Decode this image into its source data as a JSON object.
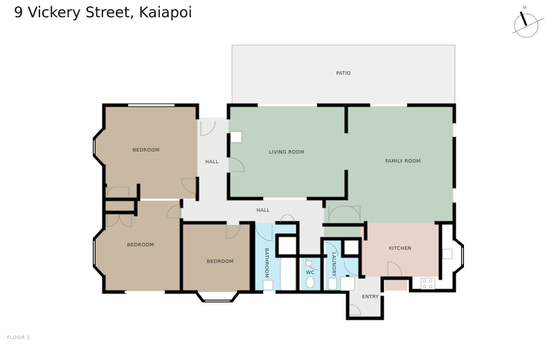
{
  "header": {
    "title": "9 Vickery Street, Kaiapoi"
  },
  "compass": {
    "label": "N",
    "icon": "north-compass-icon"
  },
  "footer": {
    "floor_label": "FLOOR 1"
  },
  "colors": {
    "wall": "#000000",
    "bedroom": "#c9b9a2",
    "living": "#c2d2c3",
    "hall": "#ebebea",
    "wet": "#c8ecf6",
    "kitchen": "#e8d3cb",
    "patio": "#efefee"
  },
  "rooms": {
    "patio": "PATIO",
    "bedroom1": "BEDROOM",
    "bedroom2": "BEDROOM",
    "bedroom3": "BEDROOM",
    "hall1": "HALL",
    "hall2": "HALL",
    "living": "LIVING ROOM",
    "family": "FAMILY ROOM",
    "kitchen": "KITCHEN",
    "bathroom": "BATHROOM",
    "wc": "WC",
    "laundry": "LAUNDRY",
    "entry": "ENTRY"
  }
}
